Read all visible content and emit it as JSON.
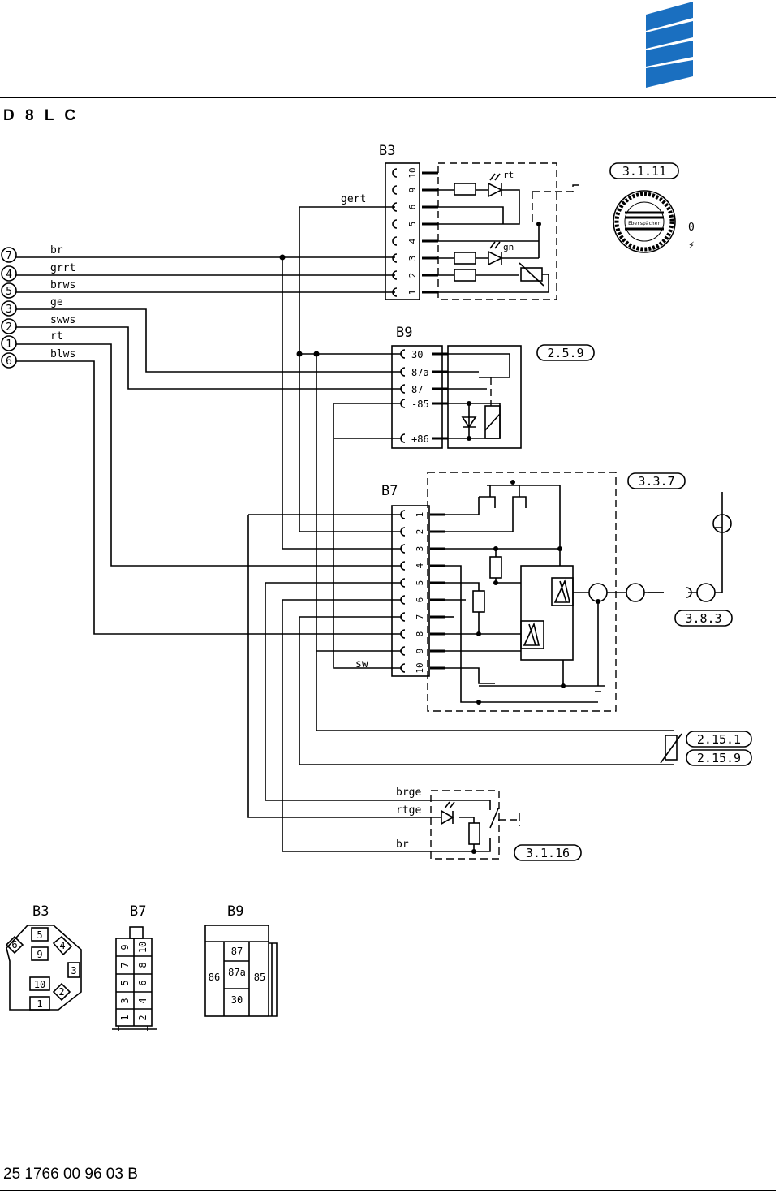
{
  "header": {
    "title": "D 8 L C"
  },
  "footer": {
    "doc_number": "25 1766 00 96 03 B"
  },
  "brand": {
    "logo_color": "#1a6fc0"
  },
  "connectors": {
    "b3": {
      "name": "B3",
      "wire_label": "gert",
      "pins": [
        "10",
        "9",
        "6",
        "5",
        "4",
        "3",
        "2",
        "1"
      ],
      "led_top": "rt",
      "led_bottom": "gn"
    },
    "b9": {
      "name": "B9",
      "pins": [
        "30",
        "87a",
        "87",
        "-85",
        "+86"
      ]
    },
    "b7": {
      "name": "B7",
      "pins": [
        "1",
        "2",
        "3",
        "4",
        "5",
        "6",
        "7",
        "8",
        "9",
        "10"
      ],
      "wire_label": "sw"
    }
  },
  "wires": [
    {
      "num": "7",
      "color": "br"
    },
    {
      "num": "4",
      "color": "grrt"
    },
    {
      "num": "5",
      "color": "brws"
    },
    {
      "num": "3",
      "color": "ge"
    },
    {
      "num": "2",
      "color": "swws"
    },
    {
      "num": "1",
      "color": "rt"
    },
    {
      "num": "6",
      "color": "blws"
    }
  ],
  "refs": [
    "3.1.11",
    "2.5.9",
    "3.3.7",
    "3.8.3",
    "2.15.1",
    "2.15.9",
    "3.1.16"
  ],
  "timer": {
    "brand_text": "Eberspächer",
    "mark_zero": "0",
    "mark_heat": "⚡"
  },
  "switch_wires": {
    "w1": "brge",
    "w2": "rtge",
    "w3": "br"
  },
  "pinouts": {
    "b3": {
      "title": "B3",
      "cells": [
        "5",
        "4",
        "6",
        "9",
        "3",
        "10",
        "2",
        "1"
      ]
    },
    "b7": {
      "title": "B7",
      "rows": [
        [
          "9",
          "10"
        ],
        [
          "7",
          "8"
        ],
        [
          "5",
          "6"
        ],
        [
          "3",
          "4"
        ],
        [
          "1",
          "2"
        ]
      ]
    },
    "b9": {
      "title": "B9",
      "cells": [
        "87",
        "86",
        "87a",
        "85",
        "30"
      ]
    }
  }
}
